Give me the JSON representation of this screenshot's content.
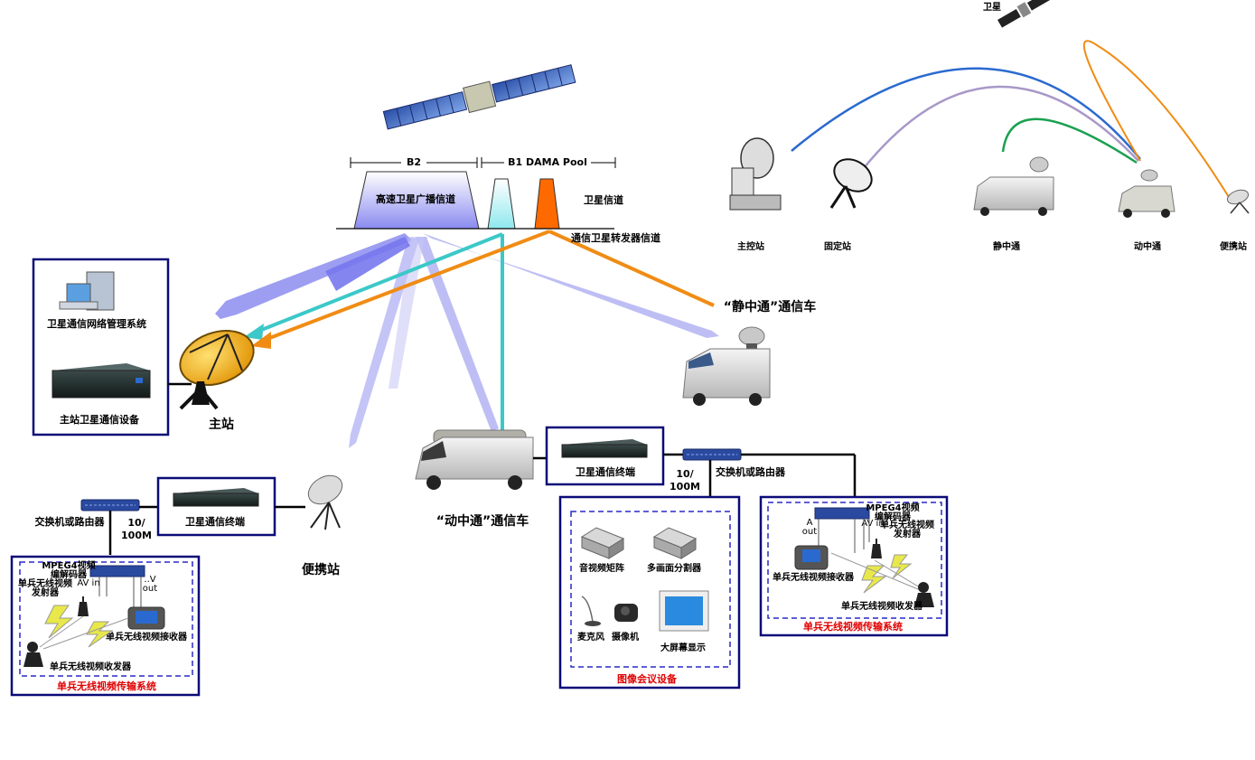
{
  "labels": {
    "b2": "B2",
    "b1_dama": "B1 DAMA Pool",
    "broadcast_channel": "高速卫星广播信道",
    "sat_channel": "卫星信道",
    "transponder": "通信卫星转发器信道",
    "nms": "卫星通信网络管理系统",
    "master_equip": "主站卫星通信设备",
    "master_station": "主站",
    "static_car": "“静中通”通信车",
    "moving_car": "“动中通”通信车",
    "portable": "便携站",
    "switch_router_left": "交换机或路由器",
    "switch_router_right": "交换机或路由器",
    "speed_left": "10/\n100M",
    "speed_right": "10/\n100M",
    "terminal_left": "卫星通信终端",
    "terminal_right": "卫星通信终端",
    "video_conf": "图像会议设备",
    "av_matrix": "音视频矩阵",
    "multi_split": "多画面分割器",
    "mic": "麦克风",
    "camera": "摄像机",
    "big_screen": "大屏幕显示",
    "soldier_sys_left": "单兵无线视频传输系统",
    "soldier_sys_right": "单兵无线视频传输系统",
    "mpeg4_left": "MPEG4视频\n编解码器",
    "mpeg4_right": "MPEG4视频\n编解码器",
    "tx_left": "单兵无线视频\n发射器",
    "tx_right": "单兵无线视频\n发射器",
    "rx_left": "单兵无线视频接收器",
    "rx_right": "单兵无线视频接收器",
    "transceiver_left": "单兵无线视频收发器",
    "transceiver_right": "单兵无线视频收发器",
    "av_in_left": "AV in",
    "av_out_left": "AV\nout",
    "av_in_right": "AV in",
    "av_out_right": "AV\nout"
  },
  "legend": {
    "satellite": "卫星",
    "master": "主控站",
    "fixed": "固定站",
    "static": "静中通",
    "moving": "动中通",
    "portable": "便携站"
  },
  "colors": {
    "frame_blue": "#0a0a78",
    "dash_blue": "#2828c8",
    "purple_beam": "#8c8cf0",
    "cyan_beam": "#3cc8c8",
    "orange_beam": "#f08c14",
    "red_text": "#e00000"
  }
}
